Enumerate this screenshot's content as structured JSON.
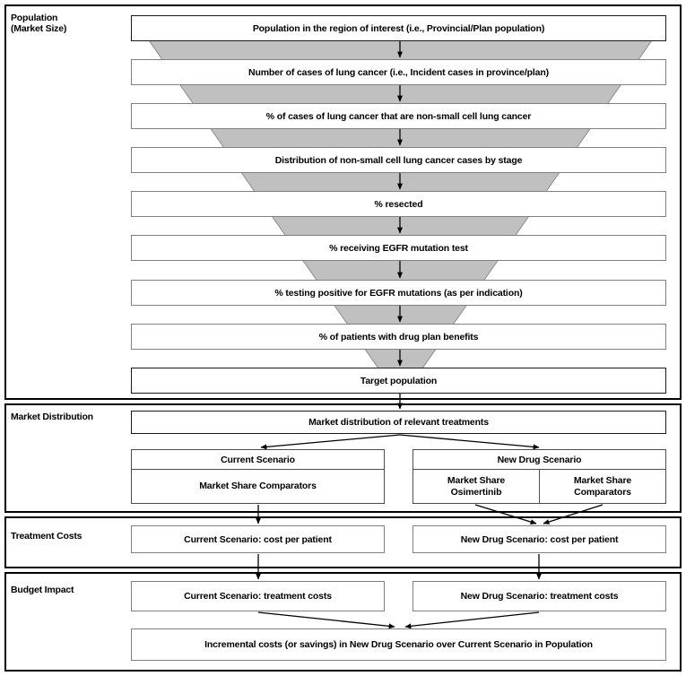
{
  "diagram": {
    "title": "Budget impact model schematic",
    "colors": {
      "funnel_fill": "#c0c0c0",
      "funnel_stroke": "#808080",
      "box_border": "#808080",
      "frame_border": "#000000",
      "text": "#000000",
      "background": "#ffffff"
    }
  },
  "sections": [
    {
      "id": "population",
      "label": "Population\n(Market Size)",
      "label_line1": "Population",
      "label_line2": "(Market Size)"
    },
    {
      "id": "market-distribution",
      "label": "Market Distribution"
    },
    {
      "id": "treatment-costs",
      "label": "Treatment Costs"
    },
    {
      "id": "budget-impact",
      "label": "Budget Impact"
    }
  ],
  "funnel_steps": [
    {
      "index": 0,
      "label": "Population in the region of interest (i.e.,  Provincial/Plan population)"
    },
    {
      "index": 1,
      "label": "Number of cases of lung cancer (i.e.,  Incident cases in province/plan)"
    },
    {
      "index": 2,
      "label": "% of cases of lung cancer that are non-small cell lung cancer"
    },
    {
      "index": 3,
      "label": "Distribution of non-small cell lung cancer cases by stage"
    },
    {
      "index": 4,
      "label": "% resected"
    },
    {
      "index": 5,
      "label": "% receiving EGFR mutation test"
    },
    {
      "index": 6,
      "label": "% testing positive for EGFR mutations (as per indication)"
    },
    {
      "index": 7,
      "label": "% of patients with drug plan benefits"
    },
    {
      "index": 8,
      "label": "Target population"
    }
  ],
  "market_distribution": {
    "header_box": "Market distribution of relevant treatments",
    "current_scenario": {
      "title": "Current Scenario",
      "cells": [
        "Market Share Comparators"
      ]
    },
    "new_drug_scenario": {
      "title": "New Drug Scenario",
      "cells": [
        "Market Share\nOsimertinib",
        "Market Share\nComparators"
      ]
    }
  },
  "treatment_costs": {
    "current": "Current Scenario: cost per patient",
    "new_drug": "New Drug Scenario: cost per patient"
  },
  "budget_impact": {
    "current": "Current Scenario: treatment costs",
    "new_drug": "New Drug Scenario: treatment costs",
    "incremental": "Incremental costs (or savings) in New Drug Scenario over Current Scenario in Population"
  }
}
